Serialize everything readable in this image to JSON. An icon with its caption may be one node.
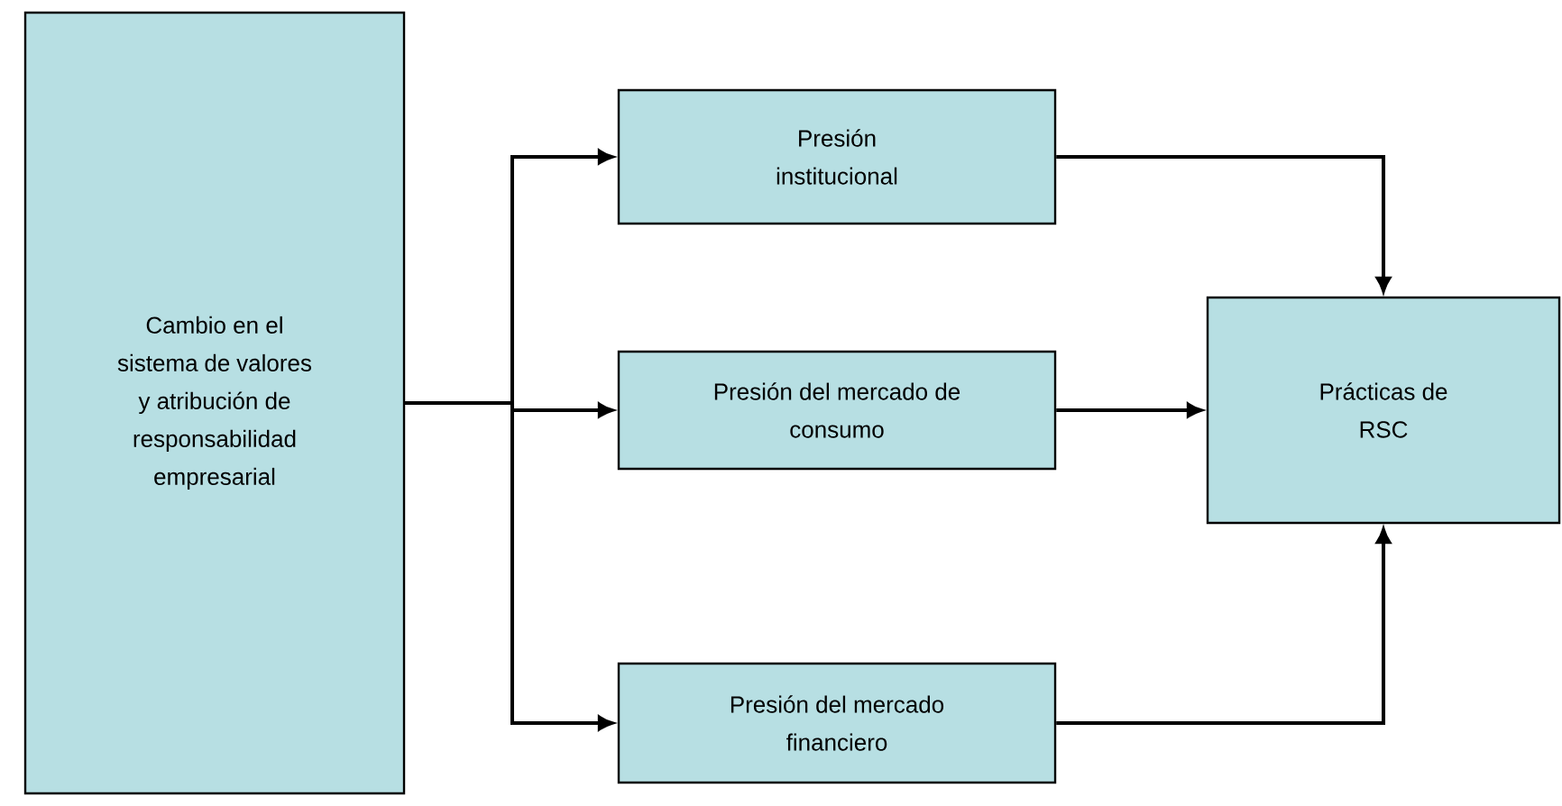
{
  "diagram": {
    "nodes": [
      {
        "text": [
          "Cambio en el sistema de valores y atribución de responsabilidad empresarial"
        ]
      },
      {
        "text": [
          "Presión institucional"
        ]
      },
      {
        "text": [
          "Presión del mercado de consumo"
        ]
      },
      {
        "text": [
          "Presión del mercado financiero"
        ]
      },
      {
        "text": [
          "Prácticas de RSC"
        ]
      }
    ],
    "edges": [
      {
        "from": 0,
        "to": 1,
        "arrow": "to"
      },
      {
        "from": 0,
        "to": 2,
        "arrow": "to"
      },
      {
        "from": 0,
        "to": 3,
        "arrow": "to"
      },
      {
        "from": 1,
        "to": 4,
        "arrow": "to"
      },
      {
        "from": 2,
        "to": 4,
        "arrow": "to"
      },
      {
        "from": 3,
        "to": 4,
        "arrow": "to"
      }
    ]
  }
}
